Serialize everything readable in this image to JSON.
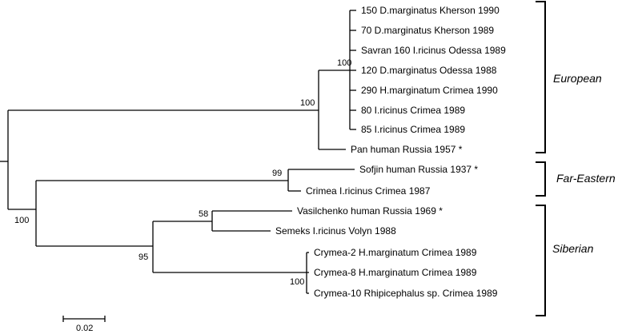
{
  "tree": {
    "leaves": [
      "150 D.marginatus Kherson 1990",
      "70 D.marginatus Kherson 1989",
      "Savran 160 I.ricinus Odessa 1989",
      "120 D.marginatus Odessa 1988",
      "290 H.marginatum Crimea 1990",
      "80 I.ricinus Crimea 1989",
      "85 I.ricinus Crimea 1989",
      "Pan human Russia 1957 *",
      "Sofjin human Russia 1937 *",
      "Crimea I.ricinus Crimea 1987",
      "Vasilchenko human Russia 1969 *",
      "Semeks I.ricinus Volyn 1988",
      "Crymea-2 H.marginatum Crimea 1989",
      "Crymea-8 H.marginatum Crimea 1989",
      "Crymea-10 Rhipicephalus sp. Crimea 1989"
    ],
    "support_values": [
      "100",
      "100",
      "99",
      "100",
      "58",
      "95",
      "100"
    ],
    "clades": [
      "European",
      "Far-Eastern",
      "Siberian"
    ],
    "scale_bar": "0.02"
  }
}
